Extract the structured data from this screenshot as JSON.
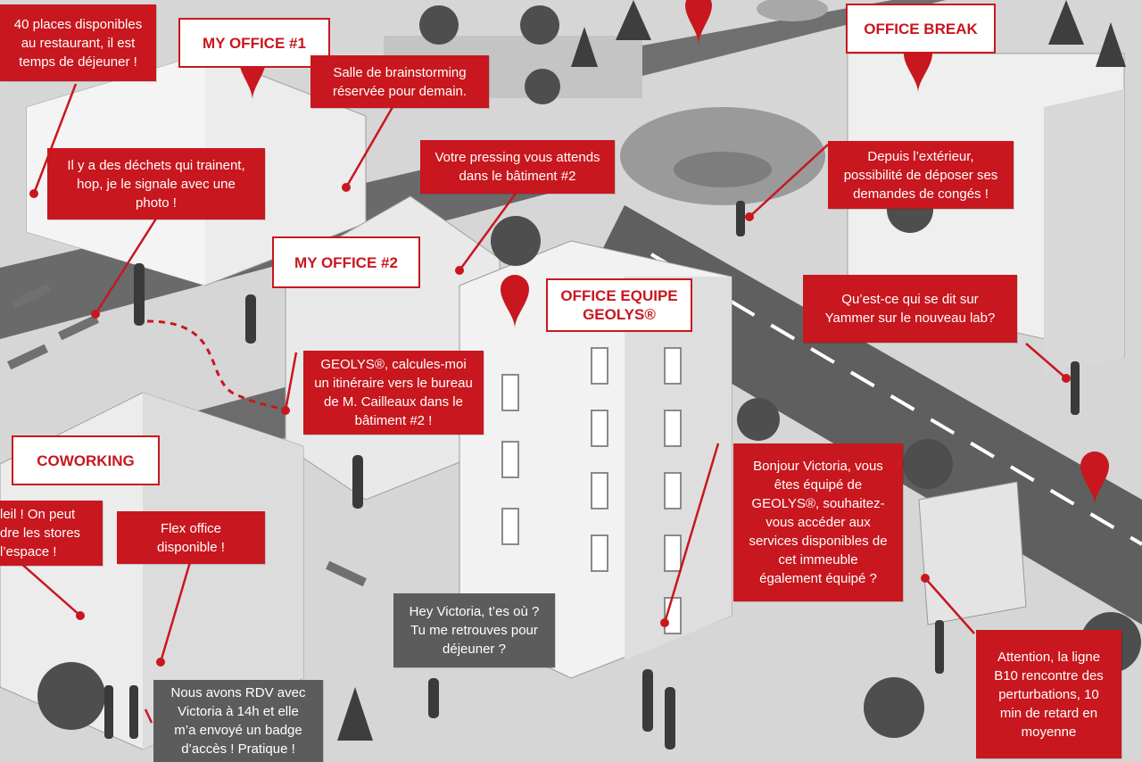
{
  "callouts": {
    "restaurant": "40 places disponibles\nau restaurant, il est\ntemps de déjeuner !",
    "brainstorming": "Salle de brainstorming\nréservée pour demain.",
    "pressing": "Votre pressing vous attends\ndans le bâtiment #2",
    "conges": "Depuis l’extérieur,\npossibilité de déposer ses\ndemandes de congés !",
    "dechets": "Il y a des déchets qui trainent,\nhop, je le signale avec une\nphoto !",
    "yammer": "Qu’est-ce qui se dit sur\nYammer sur le nouveau lab?",
    "itineraire": "GEOLYS®, calcules-moi\nun itinéraire vers le bureau\nde M. Cailleaux dans le\nbâtiment #2 !",
    "soleil": "leil ! On peut\ndre les stores\nl’espace !",
    "flex": "Flex office\ndisponible !",
    "victoria_equipe": "Bonjour Victoria, vous\nêtes équipé de\nGEOLYS®, souhaitez-\nvous accéder aux\nservices disponibles de\ncet immeuble\négalement équipé  ?",
    "hey_victoria": "Hey Victoria, t’es où ?\nTu me retrouves pour\ndéjeuner ?",
    "rdv": "Nous avons RDV avec\nVictoria à 14h et elle\nm’a envoyé un badge\nd’accès ! Pratique !",
    "b10": "Attention, la ligne\nB10 rencontre des\nperturbations, 10\nmin de retard en\nmoyenne"
  },
  "labels": {
    "my_office_1": "MY OFFICE #1",
    "office_break": "OFFICE BREAK",
    "my_office_2": "MY OFFICE #2",
    "office_equipe": "OFFICE EQUIPE\nGEOLYS®",
    "coworking": "COWORKING"
  },
  "colors": {
    "accent": "#c8171e",
    "neutral_callout": "#5c5c5c"
  },
  "icons": [
    "map-pin-icon",
    "tree-icon",
    "bench-icon",
    "parasol-icon",
    "person-icon",
    "bus-stop-icon"
  ]
}
